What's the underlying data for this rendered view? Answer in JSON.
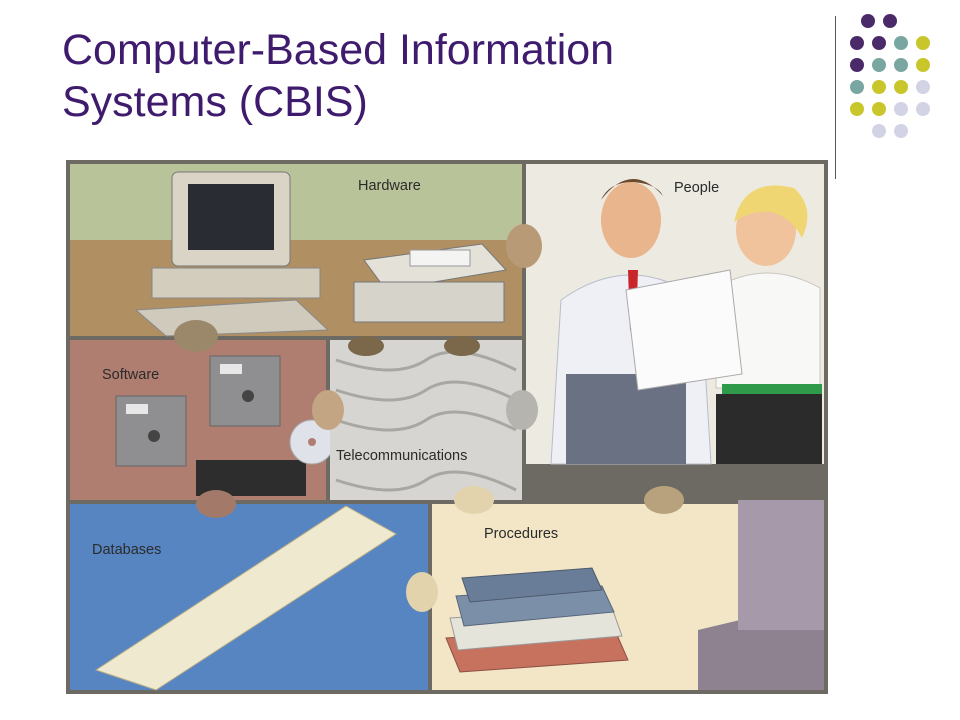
{
  "slide": {
    "title_line1": "Computer-Based Information",
    "title_line2": "Systems (CBIS)"
  },
  "illustration": {
    "labels": {
      "hardware": "Hardware",
      "people": "People",
      "software": "Software",
      "telecommunications": "Telecommunications",
      "databases": "Databases",
      "procedures": "Procedures"
    }
  },
  "colors": {
    "title": "#3f1b6e",
    "dot_purple": "#4b2a6a",
    "dot_teal": "#79a6a0",
    "dot_olive": "#c9c62b",
    "dot_lavender": "#d3d3e6"
  }
}
